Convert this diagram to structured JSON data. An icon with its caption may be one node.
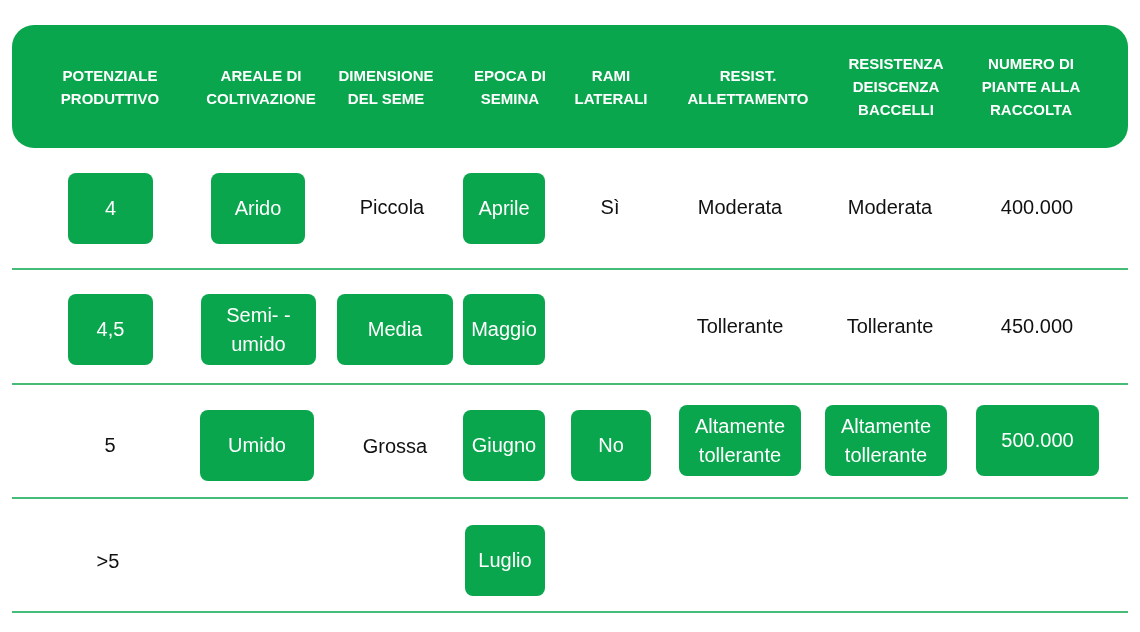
{
  "diagram": {
    "nodes": [
      {
        "text": [
          "POTENZIALE PRODUTTIVO",
          "AREALE DI COLTIVAZIONE",
          "DIMENSIONE DEL SEME",
          "EPOCA DI SEMINA",
          "RAMI LATERALI",
          "RESIST. ALLETTAMENTO",
          "RESISTENZA DEISCENZA BACCELLI",
          "NUMERO DI PIANTE ALLA RACCOLTA"
        ]
      },
      {
        "text": [
          "4"
        ]
      },
      {
        "text": [
          "Arido"
        ]
      },
      {
        "text": [
          "Aprile"
        ]
      },
      {
        "text": [
          "4,5"
        ]
      },
      {
        "text": [
          "Semi- -umido"
        ]
      },
      {
        "text": [
          "Media"
        ]
      },
      {
        "text": [
          "Maggio"
        ]
      },
      {
        "text": [
          "Umido"
        ]
      },
      {
        "text": [
          "Giugno"
        ]
      },
      {
        "text": [
          "No"
        ]
      },
      {
        "text": [
          "Altamente tollerante"
        ]
      },
      {
        "text": [
          "Altamente tollerante"
        ]
      },
      {
        "text": [
          "500.000"
        ]
      },
      {
        "text": [
          "Luglio"
        ]
      }
    ],
    "labels": [
      "Piccola",
      "Sì",
      "Moderata",
      "Moderata",
      "400.000",
      "Tollerante",
      "Tollerante",
      "450.000",
      "5",
      "Grossa",
      ">5"
    ]
  }
}
